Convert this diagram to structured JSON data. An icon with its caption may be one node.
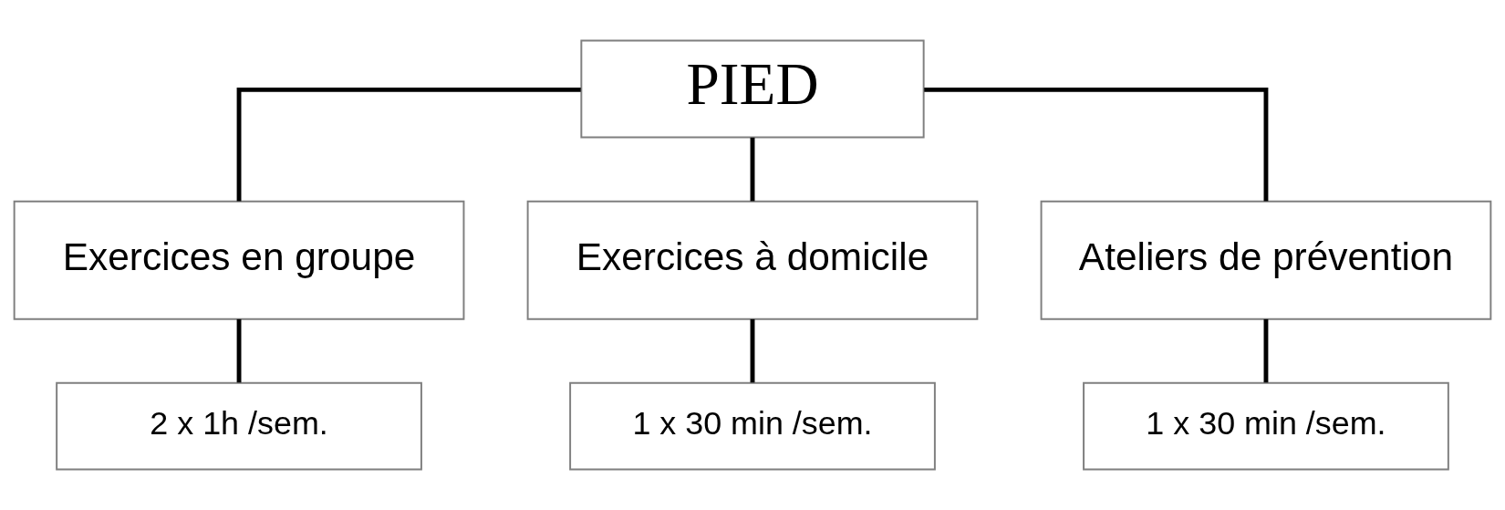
{
  "diagram": {
    "nodes": [
      {
        "text": [
          "PIED"
        ]
      },
      {
        "text": [
          "Exercices en groupe"
        ]
      },
      {
        "text": [
          "Exercices à domicile"
        ]
      },
      {
        "text": [
          "Ateliers de prévention"
        ]
      },
      {
        "text": [
          "2 x 1h /sem."
        ]
      },
      {
        "text": [
          "1 x 30 min /sem."
        ]
      },
      {
        "text": [
          "1 x 30 min /sem."
        ]
      }
    ],
    "edges": [
      {
        "from": 0,
        "to": 1,
        "arrow": "none"
      },
      {
        "from": 0,
        "to": 2,
        "arrow": "none"
      },
      {
        "from": 0,
        "to": 3,
        "arrow": "none"
      },
      {
        "from": 1,
        "to": 4,
        "arrow": "none"
      },
      {
        "from": 2,
        "to": 5,
        "arrow": "none"
      },
      {
        "from": 3,
        "to": 6,
        "arrow": "none"
      }
    ]
  }
}
